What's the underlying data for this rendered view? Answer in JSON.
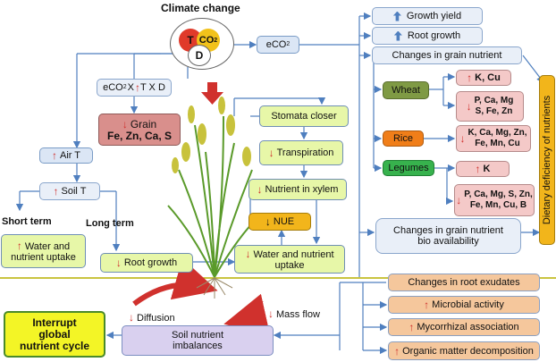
{
  "title": "Climate change",
  "circles": {
    "t": "T",
    "co2": "CO",
    "co2_sub": "2",
    "d": "D"
  },
  "eco2": {
    "text": "eCO",
    "sub": "2"
  },
  "eco2xtxd": {
    "pre": "eCO",
    "sub": "2",
    "mid": "X",
    "post": "T X D"
  },
  "grain": {
    "line1": "Grain",
    "line2": "Fe, Zn, Ca, S"
  },
  "air_t": "Air T",
  "soil_t": "Soil T",
  "short_term": "Short term",
  "long_term": "Long term",
  "water_nutrient_left": {
    "line1": "Water and",
    "line2": "nutrient uptake"
  },
  "root_growth_left": "Root growth",
  "stomata": "Stomata closer",
  "transpiration": "Transpiration",
  "nutrient_xylem": "Nutrient in xylem",
  "nue": "NUE",
  "water_nutrient_center": {
    "line1": "Water and nutrient",
    "line2": "uptake"
  },
  "growth_yield": "Growth yield",
  "root_growth_right": "Root growth",
  "changes_grain": "Changes in grain nutrient",
  "wheat": "Wheat",
  "wheat_up": "K, Cu",
  "wheat_down": {
    "line1": "P, Ca, Mg",
    "line2": "S, Fe, Zn"
  },
  "rice": "Rice",
  "rice_down": {
    "line1": "K, Ca, Mg, Zn,",
    "line2": "Fe, Mn, Cu"
  },
  "legumes": "Legumes",
  "legumes_up": "K",
  "legumes_down": {
    "line1": "P, Ca, Mg, S, Zn,",
    "line2": "Fe, Mn, Cu, B"
  },
  "bioavail": {
    "line1": "Changes in grain nutrient",
    "line2": "bio availability"
  },
  "dietary": "Dietary deficiency of  nutrients",
  "root_exudates": "Changes in root exudates",
  "microbial": "Microbial activity",
  "mycorrhizal": "Mycorrhizal association",
  "organic": "Organic matter decomposition",
  "diffusion": "Diffusion",
  "mass_flow": "Mass flow",
  "soil_imbalance": {
    "line1": "Soil nutrient",
    "line2": "imbalances"
  },
  "interrupt": {
    "line1": "Interrupt",
    "line2": "global",
    "line3": "nutrient cycle"
  },
  "colors": {
    "arrow": "#4f7fbf",
    "red": "#d0312d",
    "soil": "#b9b000"
  }
}
